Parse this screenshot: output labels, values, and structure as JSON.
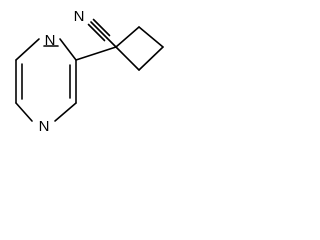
{
  "molecule": {
    "atoms": {
      "nitrile_n": "N",
      "ring_n_top": "N",
      "ring_n_bottom": "N"
    },
    "bonds": {
      "nitrile": "triple",
      "pyrazine_ring": "aromatic",
      "cyclobutane_ring": "single"
    }
  }
}
